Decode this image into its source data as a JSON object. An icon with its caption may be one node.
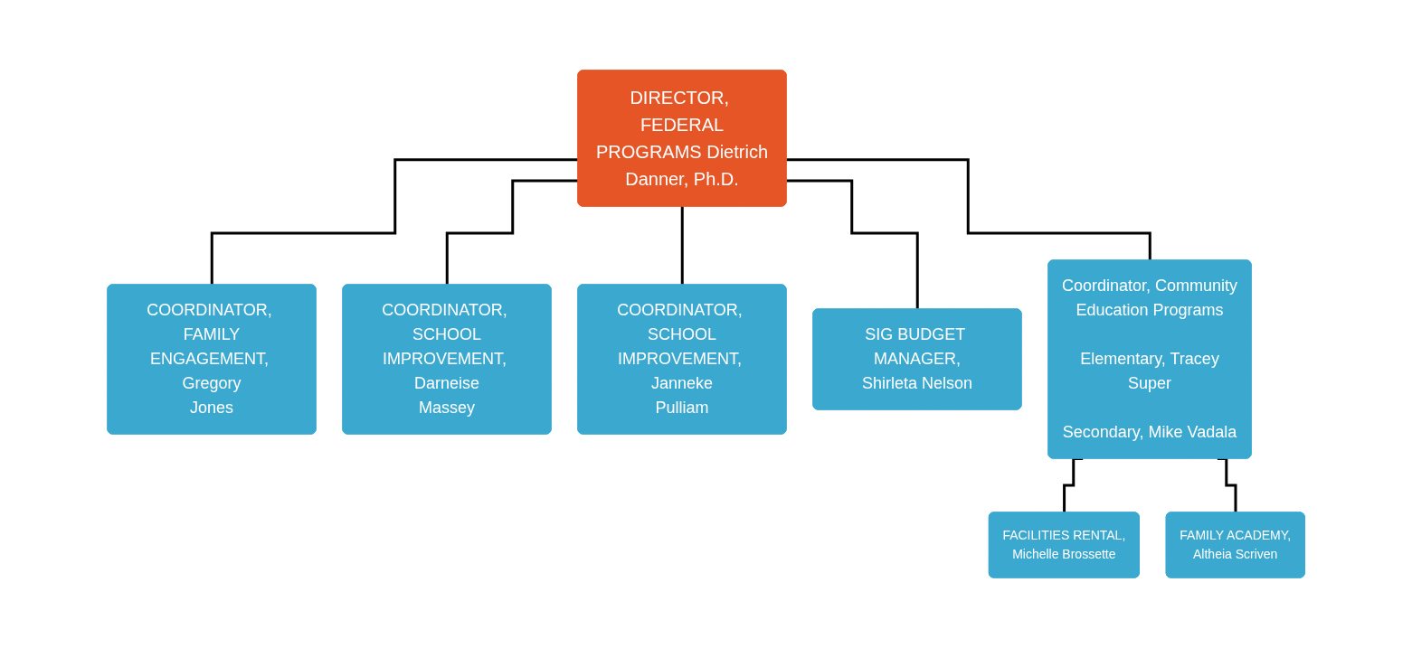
{
  "diagram": {
    "nodes": [
      {
        "text": [
          "DIRECTOR, FEDERAL PROGRAMS Dietrich Danner, Ph.D."
        ]
      },
      {
        "text": [
          "COORDINATOR, FAMILY ENGAGEMENT, Gregory Jones"
        ]
      },
      {
        "text": [
          "COORDINATOR, SCHOOL IMPROVEMENT, Darneise Massey"
        ]
      },
      {
        "text": [
          "COORDINATOR, SCHOOL IMPROVEMENT, Janneke Pulliam"
        ]
      },
      {
        "text": [
          "SIG BUDGET MANAGER, Shirleta Nelson"
        ]
      },
      {
        "text": [
          "Coordinator, Community Education Programs",
          "Elementary, Tracey Super",
          "Secondary, Mike Vadala"
        ]
      },
      {
        "text": [
          "FACILITIES RENTAL, Michelle Brossette"
        ]
      },
      {
        "text": [
          "FAMILY ACADEMY, Altheia Scriven"
        ]
      }
    ],
    "edges": [
      {
        "from": 0,
        "to": 1,
        "arrow": "none"
      },
      {
        "from": 0,
        "to": 2,
        "arrow": "none"
      },
      {
        "from": 0,
        "to": 3,
        "arrow": "none"
      },
      {
        "from": 0,
        "to": 4,
        "arrow": "none"
      },
      {
        "from": 0,
        "to": 5,
        "arrow": "none"
      },
      {
        "from": 5,
        "to": 6,
        "arrow": "none"
      },
      {
        "from": 5,
        "to": 7,
        "arrow": "none"
      }
    ]
  }
}
